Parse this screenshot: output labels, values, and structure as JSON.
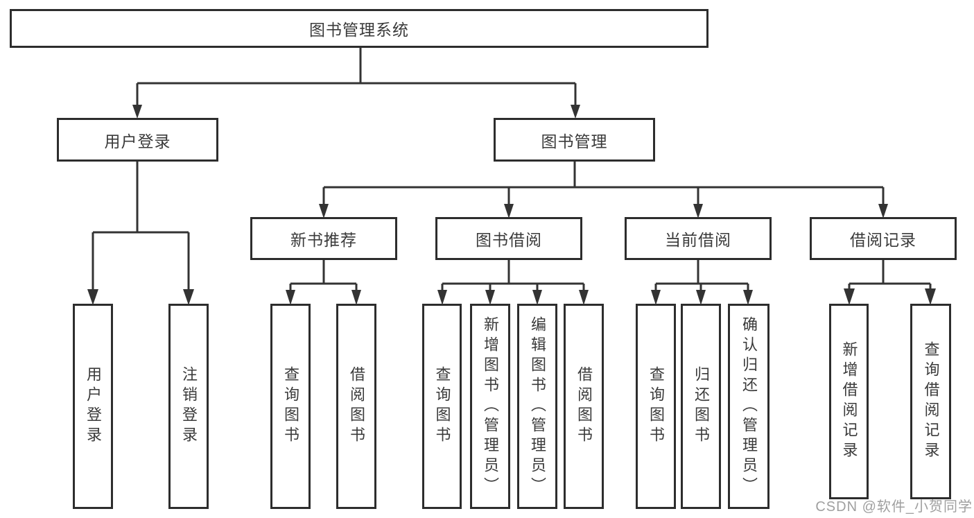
{
  "diagram_type": "hierarchy-tree",
  "tree": {
    "label": "图书管理系统",
    "children": [
      {
        "label": "用户登录",
        "children": [
          {
            "label": "用户登录"
          },
          {
            "label": "注销登录"
          }
        ]
      },
      {
        "label": "图书管理",
        "children": [
          {
            "label": "新书推荐",
            "children": [
              {
                "label": "查询图书"
              },
              {
                "label": "借阅图书"
              }
            ]
          },
          {
            "label": "图书借阅",
            "children": [
              {
                "label": "查询图书"
              },
              {
                "label": "新增图书（管理员）"
              },
              {
                "label": "编辑图书（管理员）"
              },
              {
                "label": "借阅图书"
              }
            ]
          },
          {
            "label": "当前借阅",
            "children": [
              {
                "label": "查询图书"
              },
              {
                "label": "归还图书"
              },
              {
                "label": "确认归还（管理员）"
              }
            ]
          },
          {
            "label": "借阅记录",
            "children": [
              {
                "label": "新增借阅记录"
              },
              {
                "label": "查询借阅记录"
              }
            ]
          }
        ]
      }
    ]
  },
  "watermark": {
    "text": "CSDN @软件_小贺同学"
  },
  "colors": {
    "background": "#ffffff",
    "box_border": "#2d2d2d",
    "connector": "#333333",
    "text": "#3a3a3a",
    "watermark": "#9f9f9f"
  }
}
